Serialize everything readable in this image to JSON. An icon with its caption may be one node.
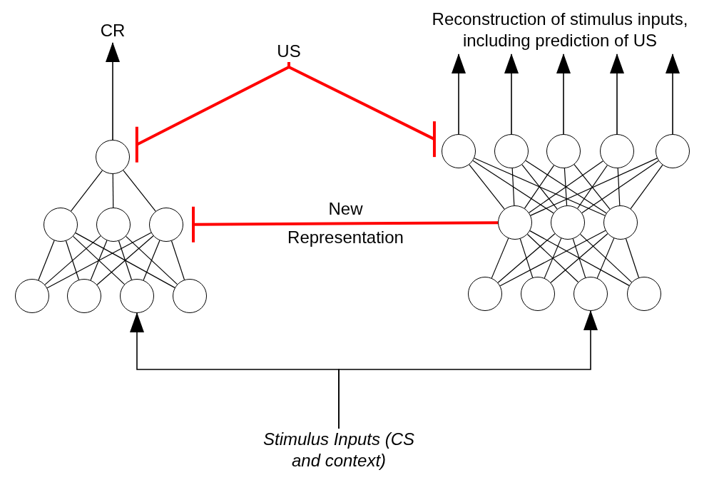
{
  "diagram": {
    "nodes": [
      {
        "text": [
          "CR"
        ]
      },
      {
        "text": [
          "US"
        ]
      },
      {
        "text": [
          "Reconstruction of stimulus inputs, including prediction of US"
        ]
      },
      {
        "text": [],
        "shape": "circle"
      },
      {
        "text": [],
        "shape": "circle"
      },
      {
        "text": [],
        "shape": "circle"
      },
      {
        "text": [],
        "shape": "circle"
      },
      {
        "text": [],
        "shape": "circle"
      },
      {
        "text": [],
        "shape": "circle"
      },
      {
        "text": [],
        "shape": "circle"
      },
      {
        "text": [],
        "shape": "circle"
      },
      {
        "text": [],
        "shape": "circle"
      },
      {
        "text": [],
        "shape": "circle"
      },
      {
        "text": [],
        "shape": "circle"
      },
      {
        "text": [],
        "shape": "circle"
      },
      {
        "text": [],
        "shape": "circle"
      },
      {
        "text": [],
        "shape": "circle"
      },
      {
        "text": [],
        "shape": "circle"
      },
      {
        "text": [],
        "shape": "circle"
      },
      {
        "text": [],
        "shape": "circle"
      },
      {
        "text": [],
        "shape": "circle"
      },
      {
        "text": [],
        "shape": "circle"
      },
      {
        "text": [],
        "shape": "circle"
      },
      {
        "text": [
          "Stimulus Inputs (CS and context)"
        ]
      }
    ],
    "edges": [
      {
        "from": 3,
        "to": 0,
        "arrow": "to"
      },
      {
        "from": 11,
        "to": 2,
        "arrow": "to"
      },
      {
        "from": 12,
        "to": 2,
        "arrow": "to"
      },
      {
        "from": 13,
        "to": 2,
        "arrow": "to"
      },
      {
        "from": 14,
        "to": 2,
        "arrow": "to"
      },
      {
        "from": 15,
        "to": 2,
        "arrow": "to"
      },
      {
        "from": 1,
        "to": 3,
        "arrow": "other",
        "style": "thick",
        "color": "#ff0000"
      },
      {
        "from": 1,
        "to": 11,
        "arrow": "other",
        "style": "thick",
        "color": "#ff0000"
      },
      {
        "from": 16,
        "to": 6,
        "arrow": "other",
        "style": "thick",
        "color": "#ff0000",
        "label": "New Representation"
      },
      {
        "from": 23,
        "to": 9,
        "arrow": "to"
      },
      {
        "from": 23,
        "to": 21,
        "arrow": "to"
      },
      {
        "from": 3,
        "to": 4,
        "arrow": "none"
      },
      {
        "from": 3,
        "to": 5,
        "arrow": "none"
      },
      {
        "from": 3,
        "to": 6,
        "arrow": "none"
      },
      {
        "from": 4,
        "to": 7,
        "arrow": "none"
      },
      {
        "from": 4,
        "to": 8,
        "arrow": "none"
      },
      {
        "from": 4,
        "to": 9,
        "arrow": "none"
      },
      {
        "from": 4,
        "to": 10,
        "arrow": "none"
      },
      {
        "from": 5,
        "to": 7,
        "arrow": "none"
      },
      {
        "from": 5,
        "to": 8,
        "arrow": "none"
      },
      {
        "from": 5,
        "to": 9,
        "arrow": "none"
      },
      {
        "from": 5,
        "to": 10,
        "arrow": "none"
      },
      {
        "from": 6,
        "to": 7,
        "arrow": "none"
      },
      {
        "from": 6,
        "to": 8,
        "arrow": "none"
      },
      {
        "from": 6,
        "to": 9,
        "arrow": "none"
      },
      {
        "from": 6,
        "to": 10,
        "arrow": "none"
      },
      {
        "from": 11,
        "to": 16,
        "arrow": "none"
      },
      {
        "from": 11,
        "to": 17,
        "arrow": "none"
      },
      {
        "from": 11,
        "to": 18,
        "arrow": "none"
      },
      {
        "from": 12,
        "to": 16,
        "arrow": "none"
      },
      {
        "from": 12,
        "to": 17,
        "arrow": "none"
      },
      {
        "from": 12,
        "to": 18,
        "arrow": "none"
      },
      {
        "from": 13,
        "to": 16,
        "arrow": "none"
      },
      {
        "from": 13,
        "to": 17,
        "arrow": "none"
      },
      {
        "from": 13,
        "to": 18,
        "arrow": "none"
      },
      {
        "from": 14,
        "to": 16,
        "arrow": "none"
      },
      {
        "from": 14,
        "to": 17,
        "arrow": "none"
      },
      {
        "from": 14,
        "to": 18,
        "arrow": "none"
      },
      {
        "from": 15,
        "to": 16,
        "arrow": "none"
      },
      {
        "from": 15,
        "to": 17,
        "arrow": "none"
      },
      {
        "from": 15,
        "to": 18,
        "arrow": "none"
      },
      {
        "from": 16,
        "to": 19,
        "arrow": "none"
      },
      {
        "from": 16,
        "to": 20,
        "arrow": "none"
      },
      {
        "from": 16,
        "to": 21,
        "arrow": "none"
      },
      {
        "from": 16,
        "to": 22,
        "arrow": "none"
      },
      {
        "from": 17,
        "to": 19,
        "arrow": "none"
      },
      {
        "from": 17,
        "to": 20,
        "arrow": "none"
      },
      {
        "from": 17,
        "to": 21,
        "arrow": "none"
      },
      {
        "from": 17,
        "to": 22,
        "arrow": "none"
      },
      {
        "from": 18,
        "to": 19,
        "arrow": "none"
      },
      {
        "from": 18,
        "to": 20,
        "arrow": "none"
      },
      {
        "from": 18,
        "to": 21,
        "arrow": "none"
      },
      {
        "from": 18,
        "to": 22,
        "arrow": "none"
      }
    ]
  }
}
